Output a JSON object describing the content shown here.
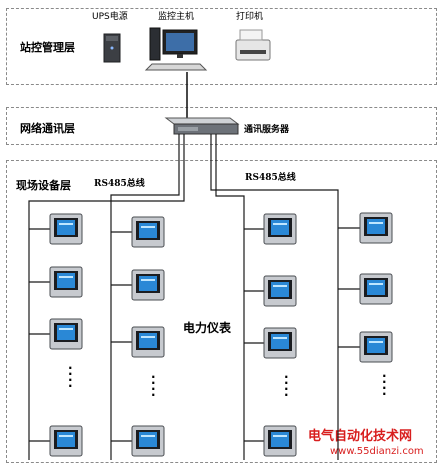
{
  "layers": {
    "station": "站控管理层",
    "network": "网络通讯层",
    "field": "现场设备层"
  },
  "devices": {
    "ups": "UPS电源",
    "host": "监控主机",
    "printer": "打印机",
    "server": "通讯服务器"
  },
  "buses": {
    "left": "RS485总线",
    "right": "RS485总线"
  },
  "meters_label": "电力仪表",
  "watermark": {
    "title": "电气自动化技术网",
    "url": "www.55dianzi.com"
  },
  "colors": {
    "line": "#1a1a1a",
    "dash_border": "#8a8a8a",
    "watermark_red": "#d81e1e",
    "screen_blue": "#2a88d6"
  },
  "columns": [
    {
      "id": "col1",
      "meters": [
        "meter",
        "meter",
        "meter",
        "meter",
        "meter"
      ]
    },
    {
      "id": "col2",
      "meters": [
        "meter",
        "meter",
        "meter",
        "meter",
        "meter"
      ]
    },
    {
      "id": "col3",
      "meters": [
        "meter",
        "meter",
        "meter",
        "meter",
        "meter"
      ]
    },
    {
      "id": "col4",
      "meters": [
        "meter",
        "meter",
        "meter",
        "meter"
      ]
    }
  ]
}
